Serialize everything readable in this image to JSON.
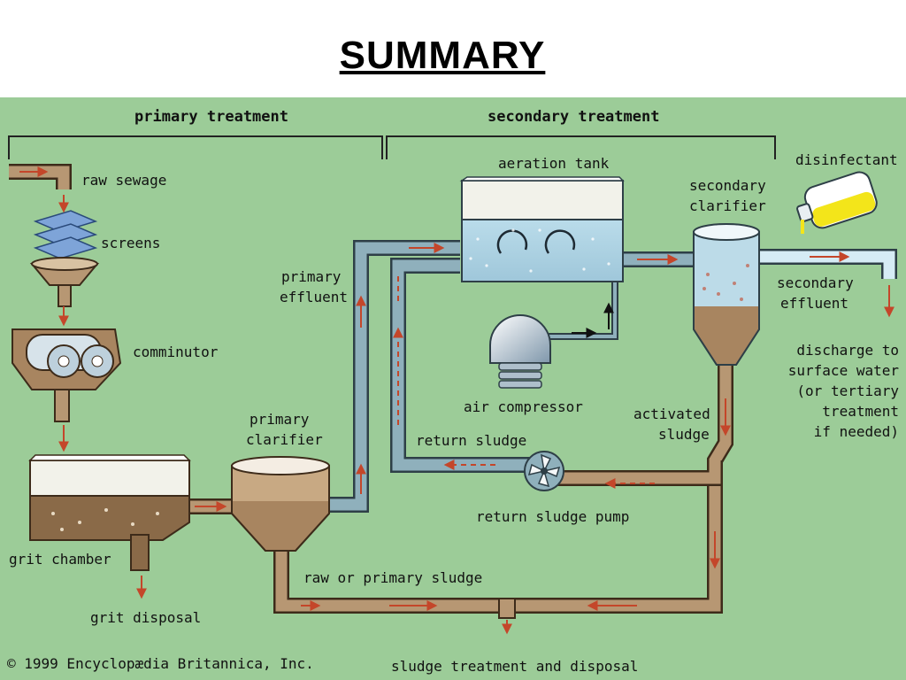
{
  "title": "SUMMARY",
  "diagram": {
    "headers": {
      "primary": "primary treatment",
      "secondary": "secondary treatment"
    },
    "labels": {
      "raw_sewage": "raw sewage",
      "screens": "screens",
      "comminutor": "comminutor",
      "grit_chamber": "grit chamber",
      "grit_disposal": "grit disposal",
      "primary_clarifier_1": "primary",
      "primary_clarifier_2": "clarifier",
      "primary_effluent_1": "primary",
      "primary_effluent_2": "effluent",
      "aeration_tank": "aeration tank",
      "air_compressor": "air compressor",
      "secondary_clarifier_1": "secondary",
      "secondary_clarifier_2": "clarifier",
      "disinfectant": "disinfectant",
      "secondary_effluent_1": "secondary",
      "secondary_effluent_2": "effluent",
      "discharge_1": "discharge to",
      "discharge_2": "surface water",
      "discharge_3": "(or tertiary",
      "discharge_4": "treatment",
      "discharge_5": "if needed)",
      "activated_sludge_1": "activated",
      "activated_sludge_2": "sludge",
      "return_sludge": "return sludge",
      "return_sludge_pump": "return sludge pump",
      "raw_primary_sludge": "raw or primary sludge",
      "sludge_disposal": "sludge treatment and disposal",
      "copyright": "© 1999 Encyclopædia Britannica, Inc."
    }
  }
}
